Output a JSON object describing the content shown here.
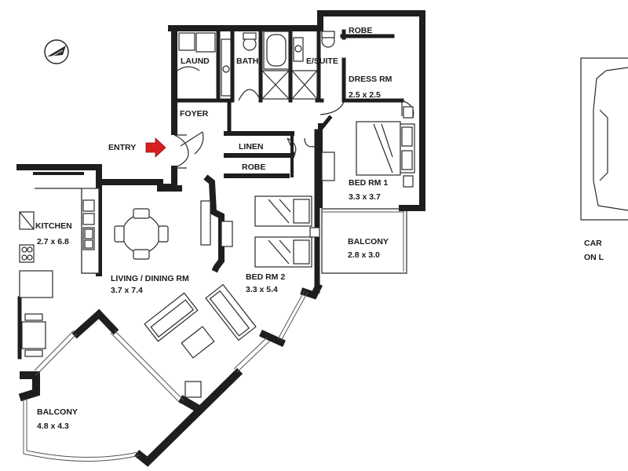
{
  "rooms": {
    "laundry": {
      "name": "LAUND"
    },
    "bath": {
      "name": "BATH"
    },
    "ensuite": {
      "name": "E/SUITE"
    },
    "robe_top": {
      "name": "ROBE"
    },
    "dress": {
      "name": "DRESS RM",
      "size": "2.5 x 2.5"
    },
    "foyer": {
      "name": "FOYER"
    },
    "linen": {
      "name": "LINEN"
    },
    "robe_mid": {
      "name": "ROBE"
    },
    "bed1": {
      "name": "BED RM 1",
      "size": "3.3 x 3.7"
    },
    "balcony_small": {
      "name": "BALCONY",
      "size": "2.8 x 3.0"
    },
    "kitchen": {
      "name": "KITCHEN",
      "size": "2.7 x 6.8"
    },
    "living": {
      "name": "LIVING / DINING RM",
      "size": "3.7 x 7.4"
    },
    "bed2": {
      "name": "BED RM 2",
      "size": "3.3 x 5.4"
    },
    "balcony_large": {
      "name": "BALCONY",
      "size": "4.8 x 4.3"
    }
  },
  "entry": {
    "label": "ENTRY",
    "arrow_color": "#d81f1f"
  },
  "car": {
    "line1": "CAR",
    "line2": "ON L"
  },
  "colors": {
    "wall": "#1e1e1e",
    "background": "#ffffff",
    "entry_arrow": "#d81f1f"
  }
}
